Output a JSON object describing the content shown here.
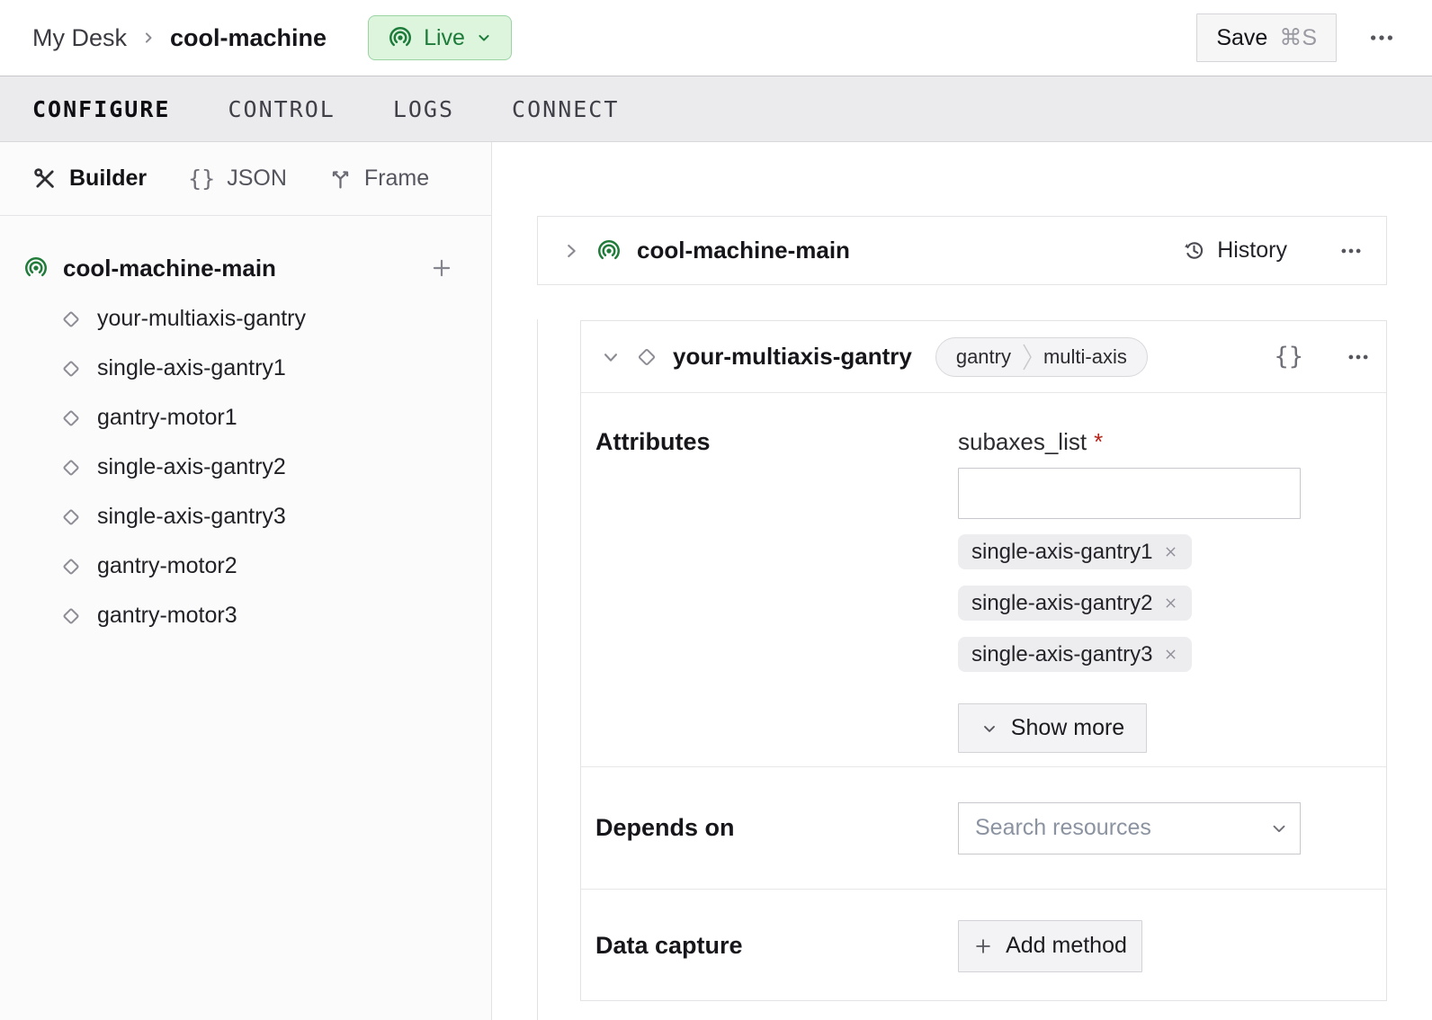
{
  "topbar": {
    "breadcrumb": {
      "parent": "My Desk",
      "current": "cool-machine"
    },
    "live_button": {
      "label": "Live"
    },
    "save_button": {
      "label": "Save",
      "shortcut": "⌘S"
    }
  },
  "tabs": [
    {
      "label": "CONFIGURE",
      "active": true
    },
    {
      "label": "CONTROL",
      "active": false
    },
    {
      "label": "LOGS",
      "active": false
    },
    {
      "label": "CONNECT",
      "active": false
    }
  ],
  "sidebar": {
    "modes": [
      {
        "label": "Builder",
        "icon": "tools-icon",
        "active": true
      },
      {
        "label": "JSON",
        "icon": "braces-icon",
        "active": false
      },
      {
        "label": "Frame",
        "icon": "frame-axes-icon",
        "active": false
      }
    ],
    "tree": {
      "root": "cool-machine-main",
      "children": [
        "your-multiaxis-gantry",
        "single-axis-gantry1",
        "gantry-motor1",
        "single-axis-gantry2",
        "single-axis-gantry3",
        "gantry-motor2",
        "gantry-motor3"
      ]
    }
  },
  "main": {
    "machine_card": {
      "title": "cool-machine-main",
      "history_label": "History"
    },
    "component_card": {
      "title": "your-multiaxis-gantry",
      "type_tags": [
        "gantry",
        "multi-axis"
      ],
      "attributes": {
        "label": "Attributes",
        "field_label": "subaxes_list",
        "required_marker": "*",
        "input_value": "",
        "chips": [
          "single-axis-gantry1",
          "single-axis-gantry2",
          "single-axis-gantry3"
        ],
        "show_more_label": "Show more"
      },
      "depends_on": {
        "label": "Depends on",
        "placeholder": "Search resources"
      },
      "data_capture": {
        "label": "Data capture",
        "add_method_label": "Add method"
      }
    }
  },
  "icons": {
    "braces_glyph": "{}"
  },
  "colors": {
    "brand_green": "#217c3b",
    "live_badge_bg": "#ddf4dd",
    "live_badge_border": "#9bd4a3",
    "required_red": "#b42318",
    "tab_bar_bg": "#ebebed",
    "chip_bg": "#ededf0",
    "card_border": "#e3e3e6"
  }
}
